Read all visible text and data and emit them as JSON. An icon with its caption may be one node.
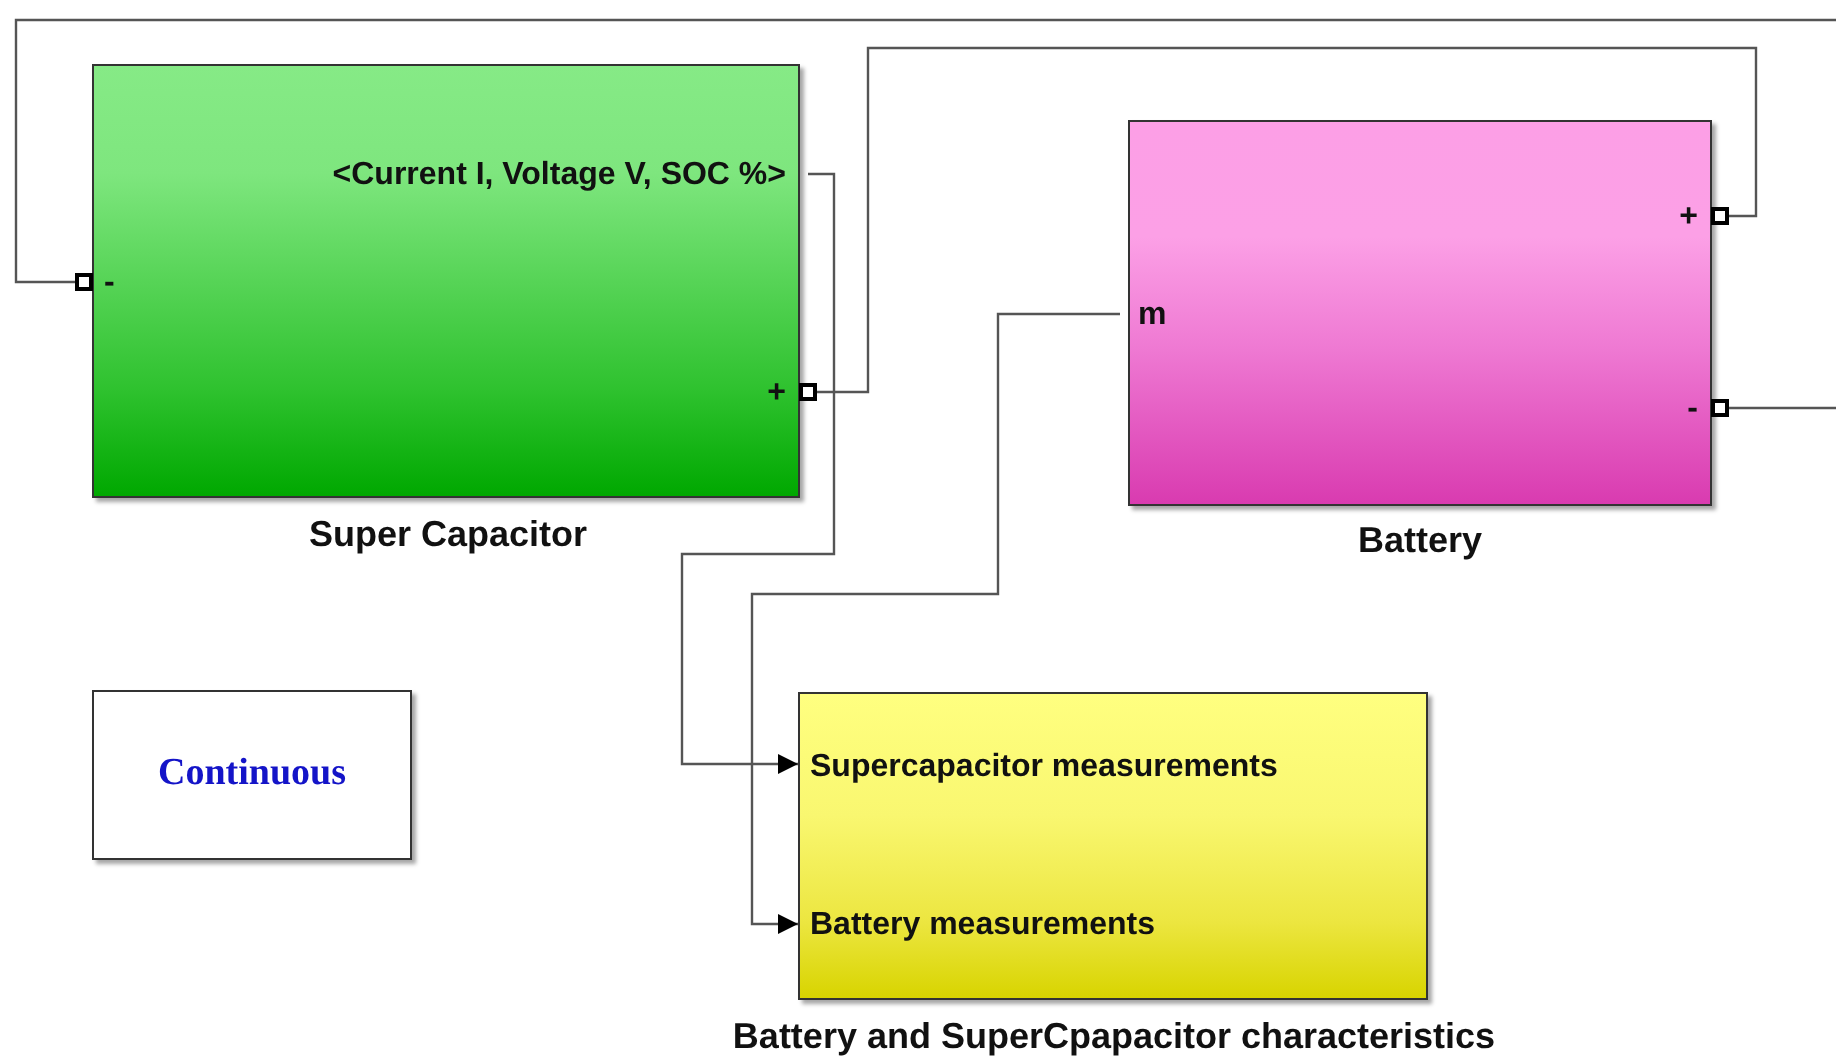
{
  "diagram": {
    "nodes": [
      {
        "text": [
          "<Current I, Voltage V, SOC %>",
          "-",
          "+"
        ],
        "beside": [
          "Super Capacitor"
        ]
      },
      {
        "text": [
          "+",
          "m",
          "-"
        ],
        "beside": [
          "Battery"
        ]
      },
      {
        "text": [
          "Continuous"
        ]
      },
      {
        "text": [
          "Supercapacitor measurements",
          "Battery measurements"
        ],
        "beside": [
          "Battery and SuperCpapacitor characteristics"
        ]
      }
    ],
    "edges": [
      {
        "from": 0,
        "to": null,
        "arrow": "none"
      },
      {
        "from": 0,
        "to": 1,
        "arrow": "none"
      },
      {
        "from": 0,
        "to": 3,
        "arrow": "to"
      },
      {
        "from": 1,
        "to": 3,
        "arrow": "to"
      },
      {
        "from": 1,
        "to": null,
        "arrow": "none"
      }
    ]
  }
}
